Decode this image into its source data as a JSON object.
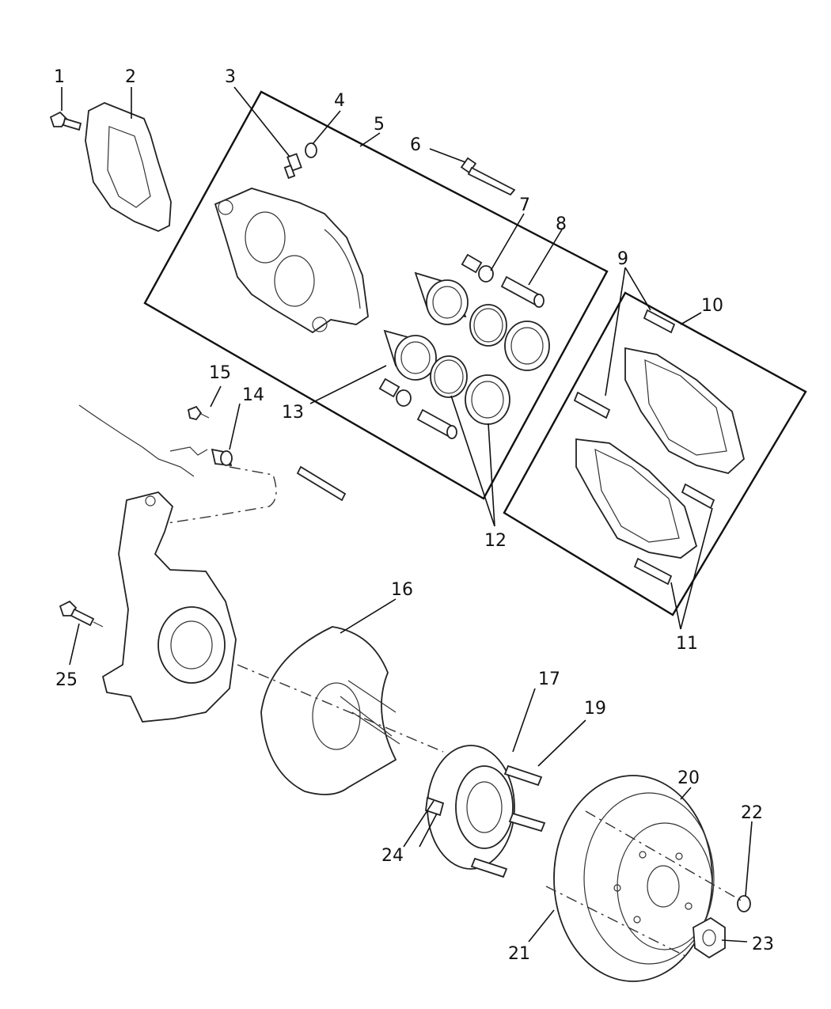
{
  "callouts": {
    "c1": "1",
    "c2": "2",
    "c3": "3",
    "c4": "4",
    "c5": "5",
    "c6": "6",
    "c7": "7",
    "c8": "8",
    "c9": "9",
    "c10": "10",
    "c11": "11",
    "c12": "12",
    "c13": "13",
    "c14": "14",
    "c15": "15",
    "c16": "16",
    "c17": "17",
    "c19": "19",
    "c20": "20",
    "c21": "21",
    "c22": "22",
    "c23": "23",
    "c24": "24",
    "c25": "25"
  }
}
